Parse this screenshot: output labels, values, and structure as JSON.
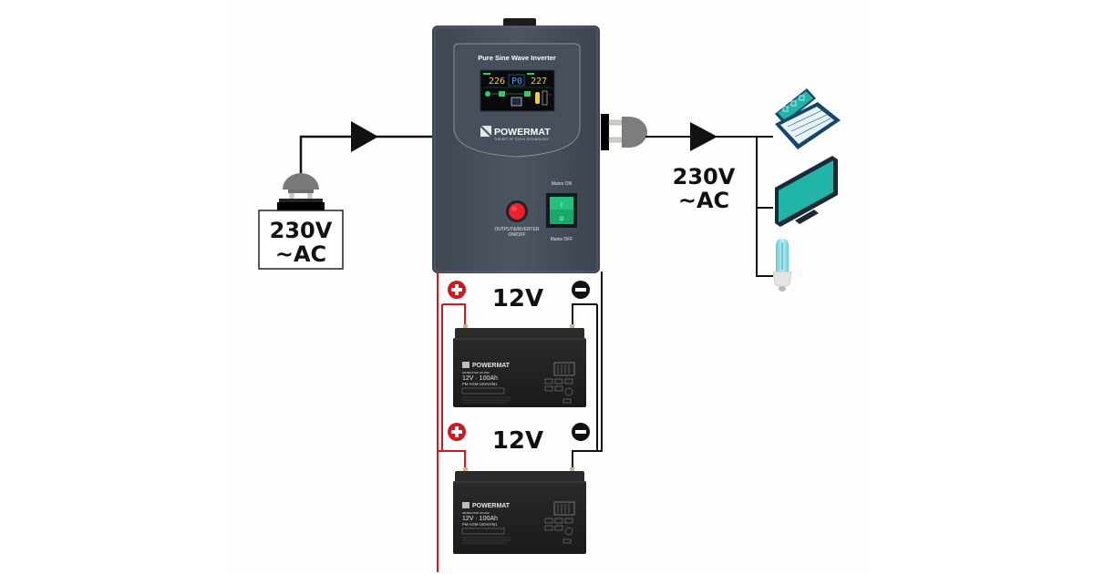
{
  "diagram": {
    "title": "Inverter with two 12V batteries wiring diagram",
    "input": {
      "voltage_line1": "230V",
      "voltage_line2": "~AC"
    },
    "output": {
      "voltage_line1": "230V",
      "voltage_line2": "~AC",
      "loads": [
        "laptop",
        "monitor",
        "energy-saving bulb"
      ]
    },
    "inverter": {
      "header": "Pure Sine Wave Inverter",
      "brand": "POWERMAT",
      "tagline": "THE ART OF TOOLS TECHNOLOGY",
      "lcd": {
        "input_value": "226",
        "mode": "P0",
        "output_value": "227"
      },
      "button_label_1": "OUTPUT&INVERTER",
      "button_label_2": "ON/OFF",
      "switch_top_label": "Mains ON",
      "switch_bottom_label": "Mains OFF",
      "switch_on_glyph": "I",
      "switch_off_glyph": "O"
    },
    "batteries": [
      {
        "voltage_label": "12V",
        "plus": "+",
        "minus": "−",
        "brand": "POWERMAT",
        "tagline": "THE ART OF TOOLS TECHNOLOGY",
        "type": "AKUMULATOR 12V AGM",
        "rating": "12V · 100Ah",
        "model": "PM-AGM-100AH/M1"
      },
      {
        "voltage_label": "12V",
        "plus": "+",
        "minus": "−",
        "brand": "POWERMAT",
        "tagline": "THE ART OF TOOLS TECHNOLOGY",
        "type": "AKUMULATOR 12V AGM",
        "rating": "12V · 100Ah",
        "model": "PM-AGM-100AH/M1"
      }
    ],
    "colors": {
      "positive": "#d0181f",
      "negative": "#111111",
      "inverter_body": "#4a5260",
      "device_teal": "#21b5a8",
      "device_navy": "#16476b",
      "switch_green": "#17a86b",
      "button_red": "#e8212c"
    }
  }
}
